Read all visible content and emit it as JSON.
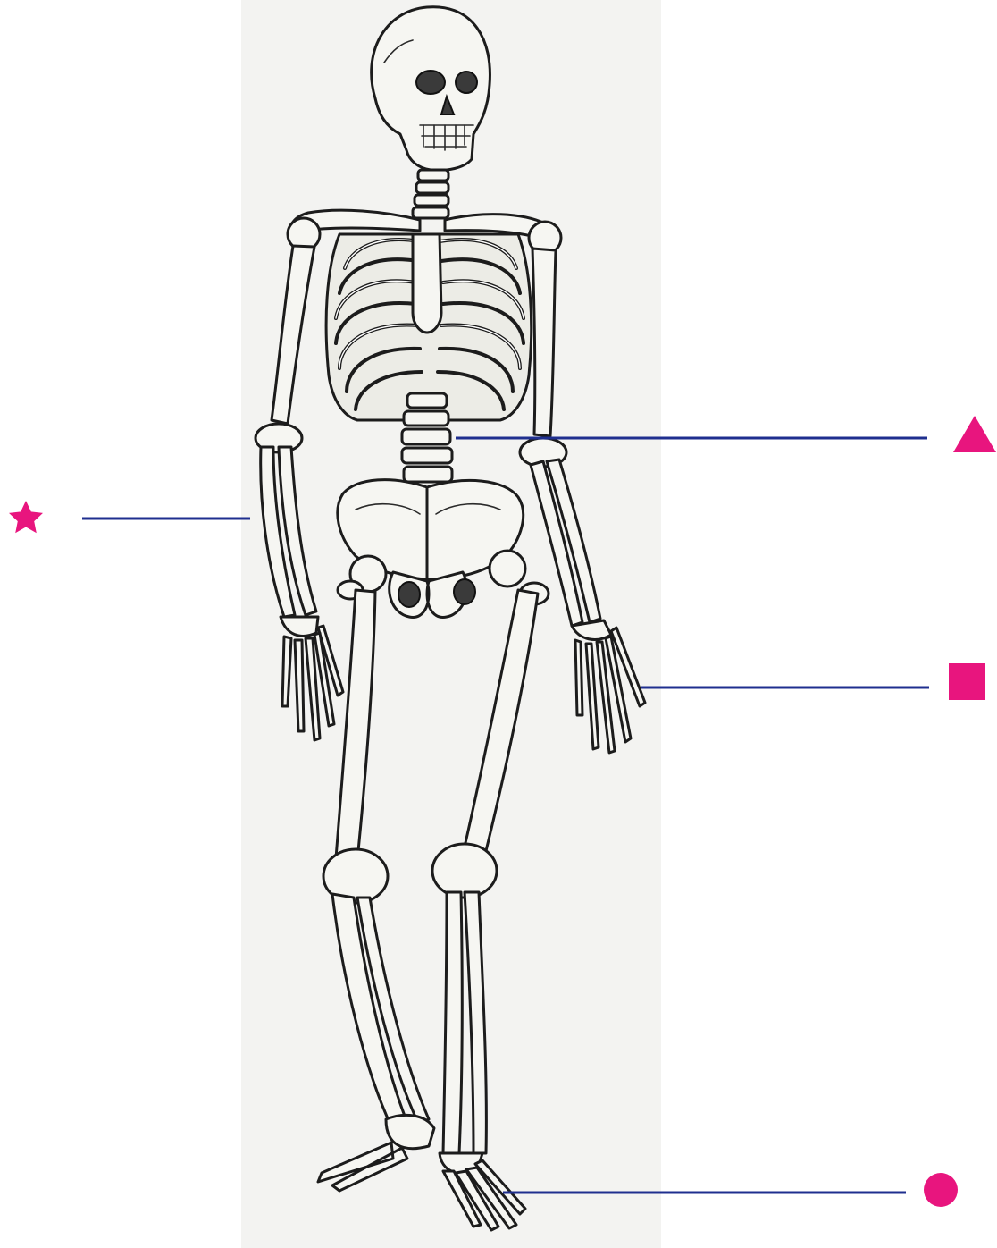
{
  "diagram": {
    "marker_color": "#e8157e",
    "leader_color": "#1f2f8f",
    "markers": [
      {
        "id": "star",
        "shape": "star"
      },
      {
        "id": "triangle",
        "shape": "triangle"
      },
      {
        "id": "square",
        "shape": "square"
      },
      {
        "id": "circle",
        "shape": "circle"
      }
    ]
  }
}
